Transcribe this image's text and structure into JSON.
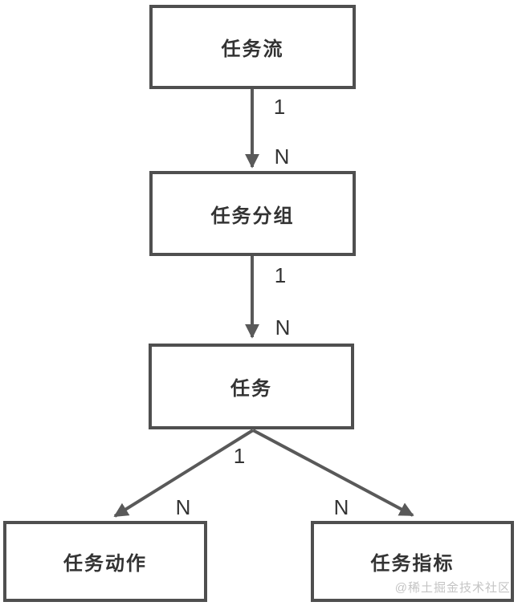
{
  "diagram": {
    "nodes": [
      {
        "id": "task-flow",
        "label": "任务流"
      },
      {
        "id": "task-group",
        "label": "任务分组"
      },
      {
        "id": "task",
        "label": "任务"
      },
      {
        "id": "task-action",
        "label": "任务动作"
      },
      {
        "id": "task-metric",
        "label": "任务指标"
      }
    ],
    "edges": [
      {
        "source": "task-flow",
        "target": "task-group",
        "source_cardinality": "1",
        "target_cardinality": "N"
      },
      {
        "source": "task-group",
        "target": "task",
        "source_cardinality": "1",
        "target_cardinality": "N"
      },
      {
        "source": "task",
        "target": "task-action",
        "source_cardinality": "1",
        "target_cardinality": "N"
      },
      {
        "source": "task",
        "target": "task-metric",
        "target_cardinality": "N"
      }
    ],
    "watermark": "@稀土掘金技术社区",
    "colors": {
      "box_border": "#4f4f4f",
      "arrow": "#595959",
      "text": "#333333",
      "watermark": "#c4c4c4",
      "background": "#ffffff"
    }
  }
}
